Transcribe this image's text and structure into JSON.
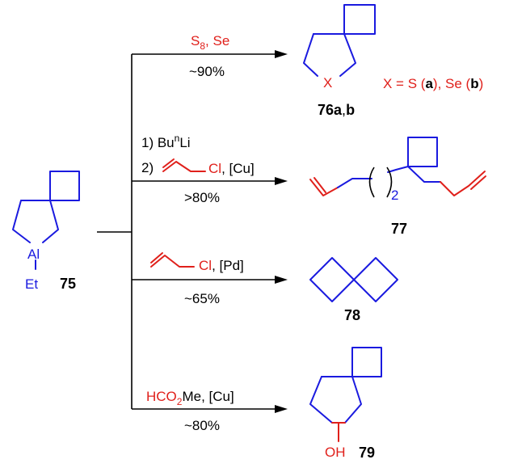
{
  "colors": {
    "bond": "#1a1adf",
    "reagent": "#e0201b",
    "text": "#000000"
  },
  "start": {
    "atom_al": "Al",
    "atom_et": "Et",
    "label": "75"
  },
  "rxn1": {
    "reagent_s8": "S",
    "reagent_s8_sub": "8",
    "reagent_se": ", Se",
    "yield": "~90%"
  },
  "prod76": {
    "ring_atom": "X",
    "legend_x": "X = S (",
    "legend_a": "a",
    "legend_mid": "), Se (",
    "legend_b": "b",
    "legend_end": ")",
    "label_a": "76a",
    "label_comma": ",",
    "label_b": "b"
  },
  "rxn2": {
    "step1_num": "1) Bu",
    "step1_sup": "n",
    "step1_li": "Li",
    "step2_num": "2)",
    "step2_cl": "Cl",
    "step2_cat": ", [Cu]",
    "yield": ">80%"
  },
  "prod77": {
    "subscript": "2",
    "label": "77"
  },
  "rxn3": {
    "cl": "Cl",
    "cat": ", [Pd]",
    "yield": "~65%"
  },
  "prod78": {
    "label": "78"
  },
  "rxn4": {
    "reagent_hco": "HCO",
    "reagent_sub": "2",
    "reagent_me": "Me",
    "cat": ", [Cu]",
    "yield": "~80%"
  },
  "prod79": {
    "oh": "OH",
    "label": "79"
  }
}
